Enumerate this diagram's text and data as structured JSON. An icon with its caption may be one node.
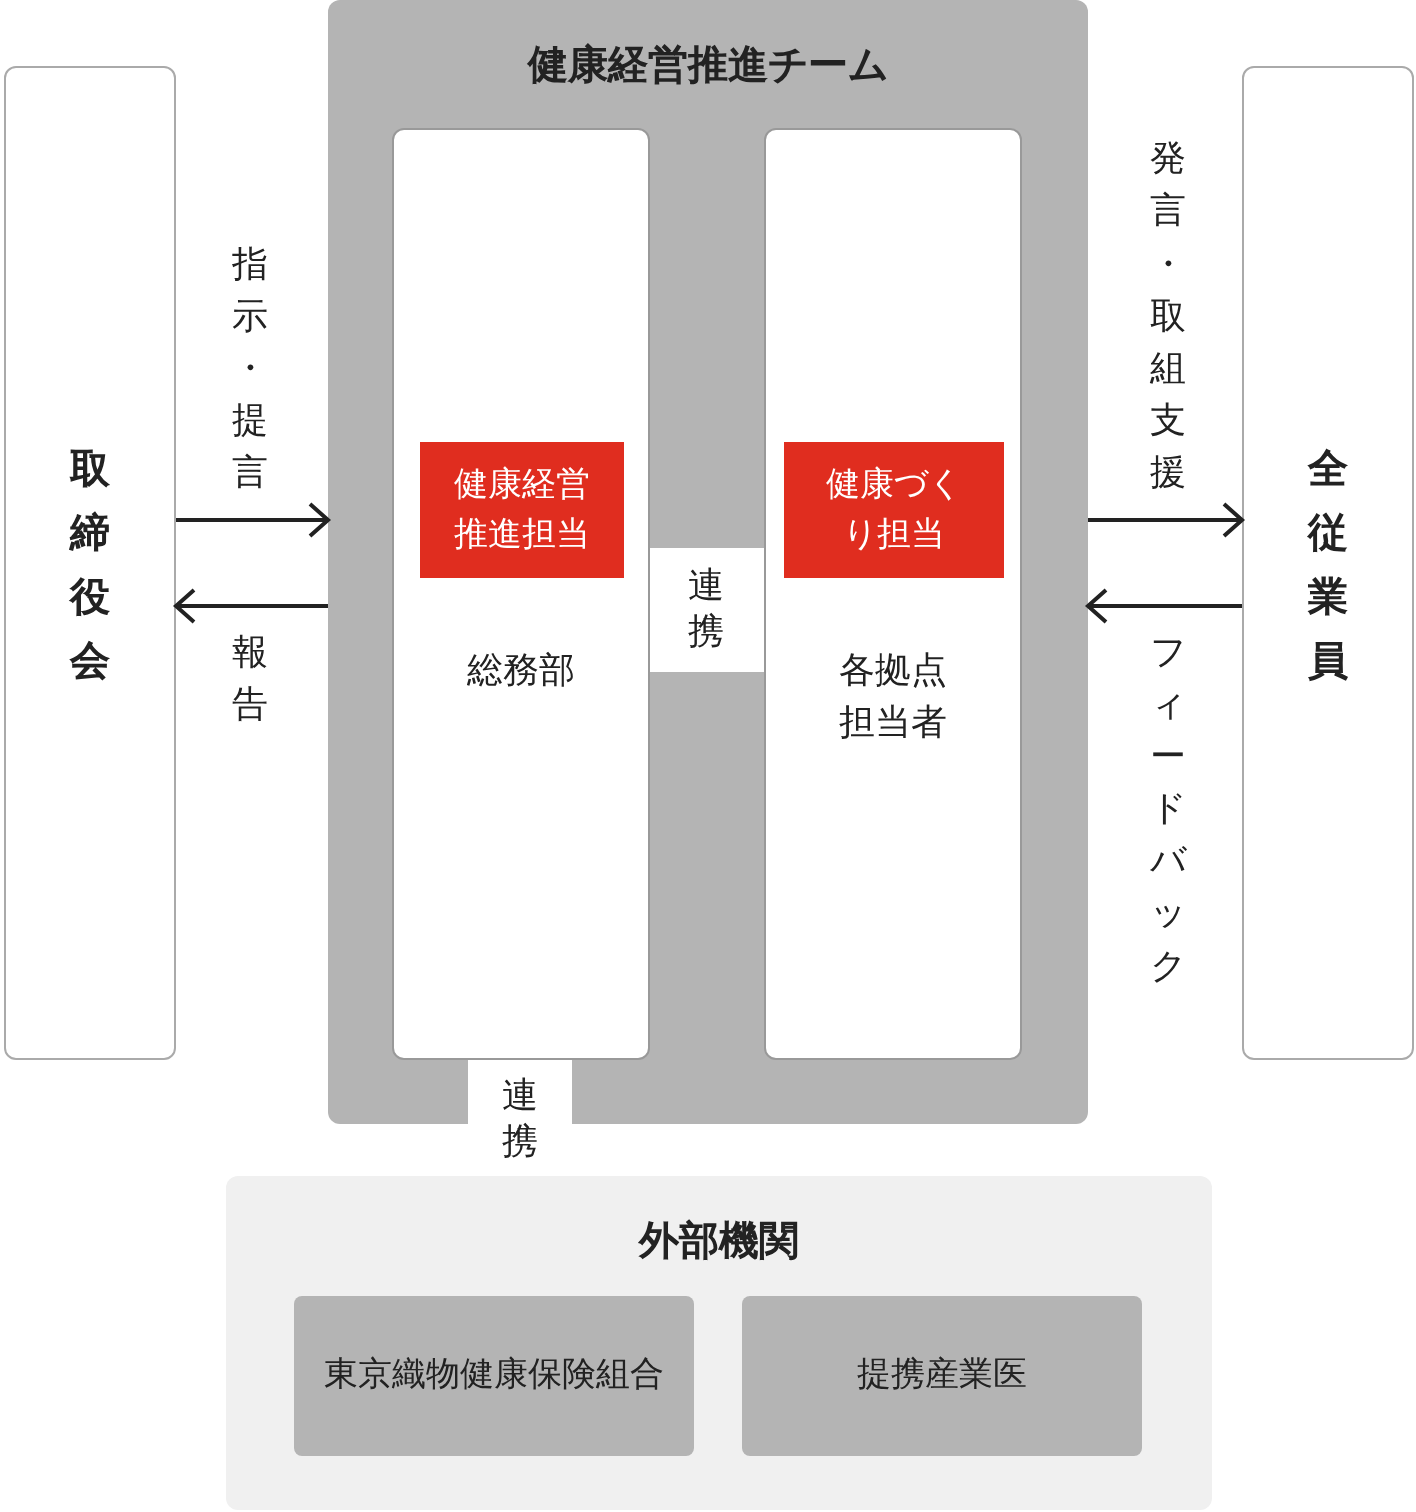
{
  "diagram": {
    "nodes": [
      {
        "text": [
          "取締役会"
        ]
      },
      {
        "text": [
          "健康経営推進チーム"
        ]
      },
      {
        "text": [
          "総務部"
        ],
        "in": 1
      },
      {
        "text": [
          "健康経営推進担当"
        ],
        "in": 2
      },
      {
        "text": [
          "各拠点担当者"
        ],
        "in": 1
      },
      {
        "text": [
          "健康づくり担当"
        ],
        "in": 4
      },
      {
        "text": [
          "全従業員"
        ]
      },
      {
        "text": [
          "外部機関"
        ]
      },
      {
        "text": [
          "東京織物健康保険組合"
        ],
        "in": 7
      },
      {
        "text": [
          "提携産業医"
        ],
        "in": 7
      }
    ],
    "edges": [
      {
        "from": 0,
        "to": 1,
        "arrow": "to",
        "label": "指示・提言"
      },
      {
        "from": 1,
        "to": 0,
        "arrow": "to",
        "label": "報告"
      },
      {
        "from": 2,
        "to": 4,
        "arrow": "none",
        "label": "連携",
        "style": "thick",
        "color": "#ffffff"
      },
      {
        "from": 1,
        "to": 6,
        "arrow": "to",
        "label": "発言・取組支援"
      },
      {
        "from": 6,
        "to": 1,
        "arrow": "to",
        "label": "フィードバック"
      },
      {
        "from": 2,
        "to": 7,
        "arrow": "none",
        "label": "連携",
        "style": "thick",
        "color": "#ffffff"
      }
    ]
  }
}
